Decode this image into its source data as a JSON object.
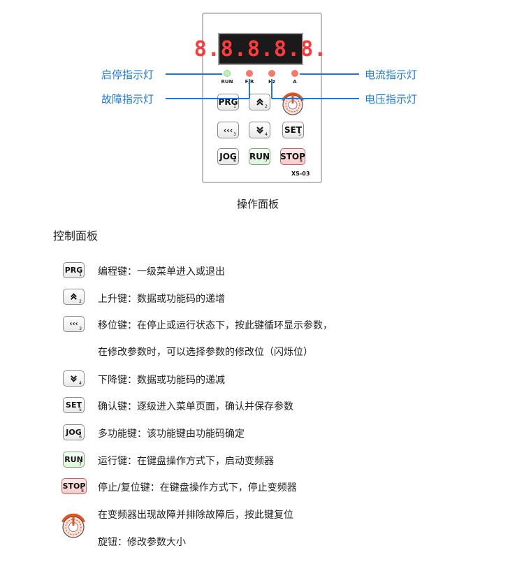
{
  "panel": {
    "display_text": "8.8.8.8.8.",
    "model": "XS-03",
    "leds": [
      {
        "label": "RUN",
        "color": "#bff0b4"
      },
      {
        "label": "F/R",
        "color": "#f57a6b"
      },
      {
        "label": "Hz",
        "color": "#f57a6b"
      },
      {
        "label": "A",
        "color": "#f57a6b"
      }
    ],
    "keys": [
      {
        "label": "PRG",
        "num": "1"
      },
      {
        "label": "≫",
        "num": "2"
      },
      {
        "label": "‹‹‹",
        "num": "3"
      },
      {
        "label": "≫",
        "num": "4"
      },
      {
        "label": "SET",
        "num": "5"
      },
      {
        "label": "JOG",
        "num": "6"
      },
      {
        "label": "RUN",
        "num": "7"
      },
      {
        "label": "STOP",
        "num": "8"
      }
    ]
  },
  "callouts": {
    "run_indicator": "启停指示灯",
    "fault_indicator": "故障指示灯",
    "current_indicator": "电流指示灯",
    "voltage_indicator": "电压指示灯"
  },
  "caption": "操作面板",
  "section_title": "控制面板",
  "legend": [
    {
      "key": "PRG",
      "num": "1",
      "text": "编程键：一级菜单进入或退出"
    },
    {
      "key": "≫",
      "num": "2",
      "text": "上升键：数据或功能码的递增"
    },
    {
      "key": "‹‹‹",
      "num": "3",
      "text": "移位键：在停止或运行状态下，按此键循环显示参数，",
      "text2": "在修改参数时，可以选择参数的修改位（闪烁位）"
    },
    {
      "key": "≫",
      "num": "4",
      "text": "下降键：数据或功能码的递减"
    },
    {
      "key": "SET",
      "num": "5",
      "text": "确认键：逐级进入菜单页面，确认并保存参数"
    },
    {
      "key": "JOG",
      "num": "6",
      "text": "多功能键：该功能键由功能码确定"
    },
    {
      "key": "RUN",
      "num": "7",
      "text": "运行键：在键盘操作方式下，启动变频器"
    },
    {
      "key": "STOP",
      "num": "8",
      "text": "停止/复位键：在键盘操作方式下，停止变频器"
    }
  ],
  "knob_legend": {
    "line1": "在变频器出现故障并排除故障后，按此键复位",
    "line2": "旋钮：修改参数大小"
  },
  "colors": {
    "callout": "#1e78d7",
    "display_bg": "#1a1a1a",
    "digits": "#ff3a3a",
    "knob_ring": "#e8541c"
  }
}
